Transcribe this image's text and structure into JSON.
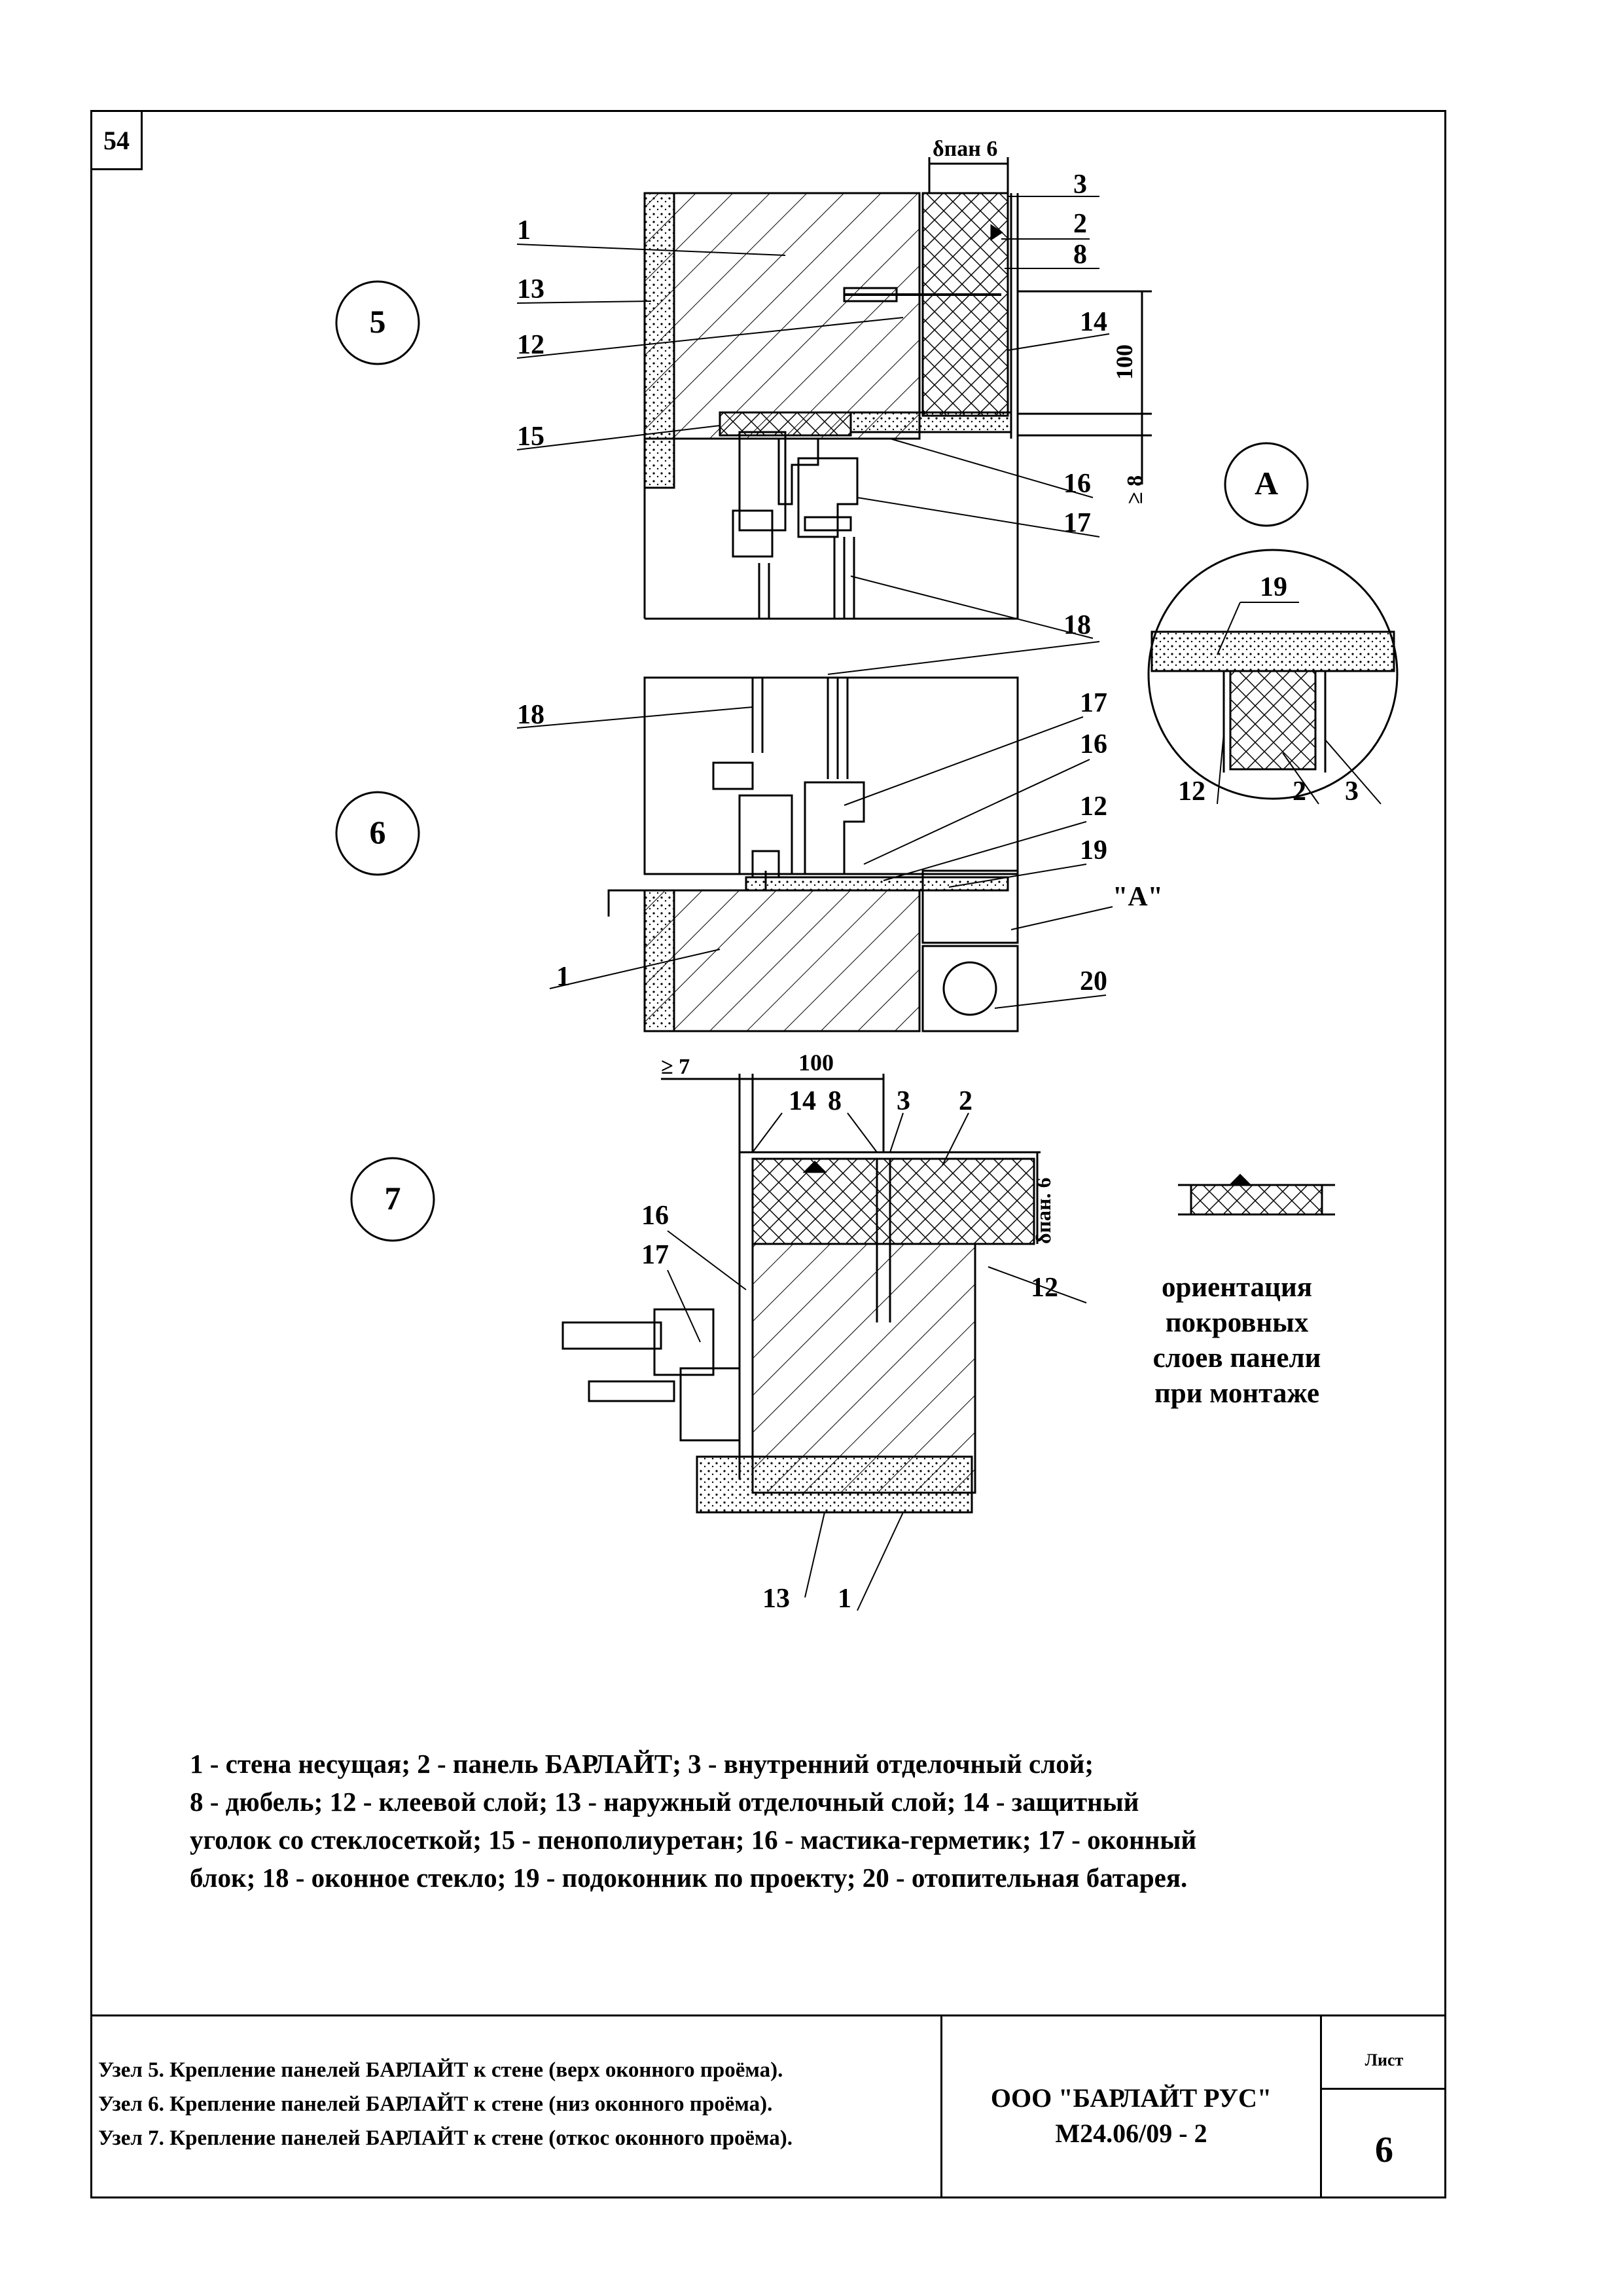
{
  "page_number": "54",
  "nodes": {
    "n5": "5",
    "n6": "6",
    "n7": "7",
    "detail_a": "A",
    "detail_a_ref": "\"A\""
  },
  "callouts": {
    "n5": [
      "1",
      "13",
      "12",
      "15",
      "3",
      "2",
      "8",
      "14",
      "16",
      "17",
      "18"
    ],
    "n6": [
      "18",
      "17",
      "16",
      "12",
      "19",
      "1",
      "20"
    ],
    "n7": [
      "14",
      "8",
      "3",
      "2",
      "16",
      "17",
      "12",
      "13",
      "1"
    ],
    "detail": [
      "19",
      "12",
      "2",
      "3"
    ]
  },
  "dimensions": {
    "delta_pan_6_top": "δпан 6",
    "d100": "100",
    "ge8": "≥ 8",
    "ge7": "≥ 7",
    "d100_n7": "100",
    "delta_pan_6_side": "δпан. 6"
  },
  "orientation_note": [
    "ориентация",
    "покровных",
    "слоев панели",
    "при монтаже"
  ],
  "legend": [
    "1 - стена несущая; 2 - панель БАРЛАЙТ; 3 - внутренний отделочный слой;",
    "8 - дюбель; 12 - клеевой слой; 13 - наружный отделочный слой; 14 - защитный",
    "уголок со стеклосеткой; 15 - пенополиуретан; 16 - мастика-герметик; 17 - оконный",
    "блок; 18 - оконное стекло; 19 - подоконник по проекту; 20 - отопительная батарея."
  ],
  "title_block": {
    "captions": [
      "Узел 5. Крепление панелей БАРЛАЙТ к стене (верх оконного проёма).",
      "Узел 6. Крепление панелей БАРЛАЙТ к стене (низ оконного проёма).",
      "Узел 7. Крепление панелей БАРЛАЙТ к стене (откос оконного проёма)."
    ],
    "company": "ООО \"БАРЛАЙТ РУС\"",
    "doc_code": "М24.06/09 - 2",
    "sheet_label": "Лист",
    "sheet_number": "6"
  }
}
